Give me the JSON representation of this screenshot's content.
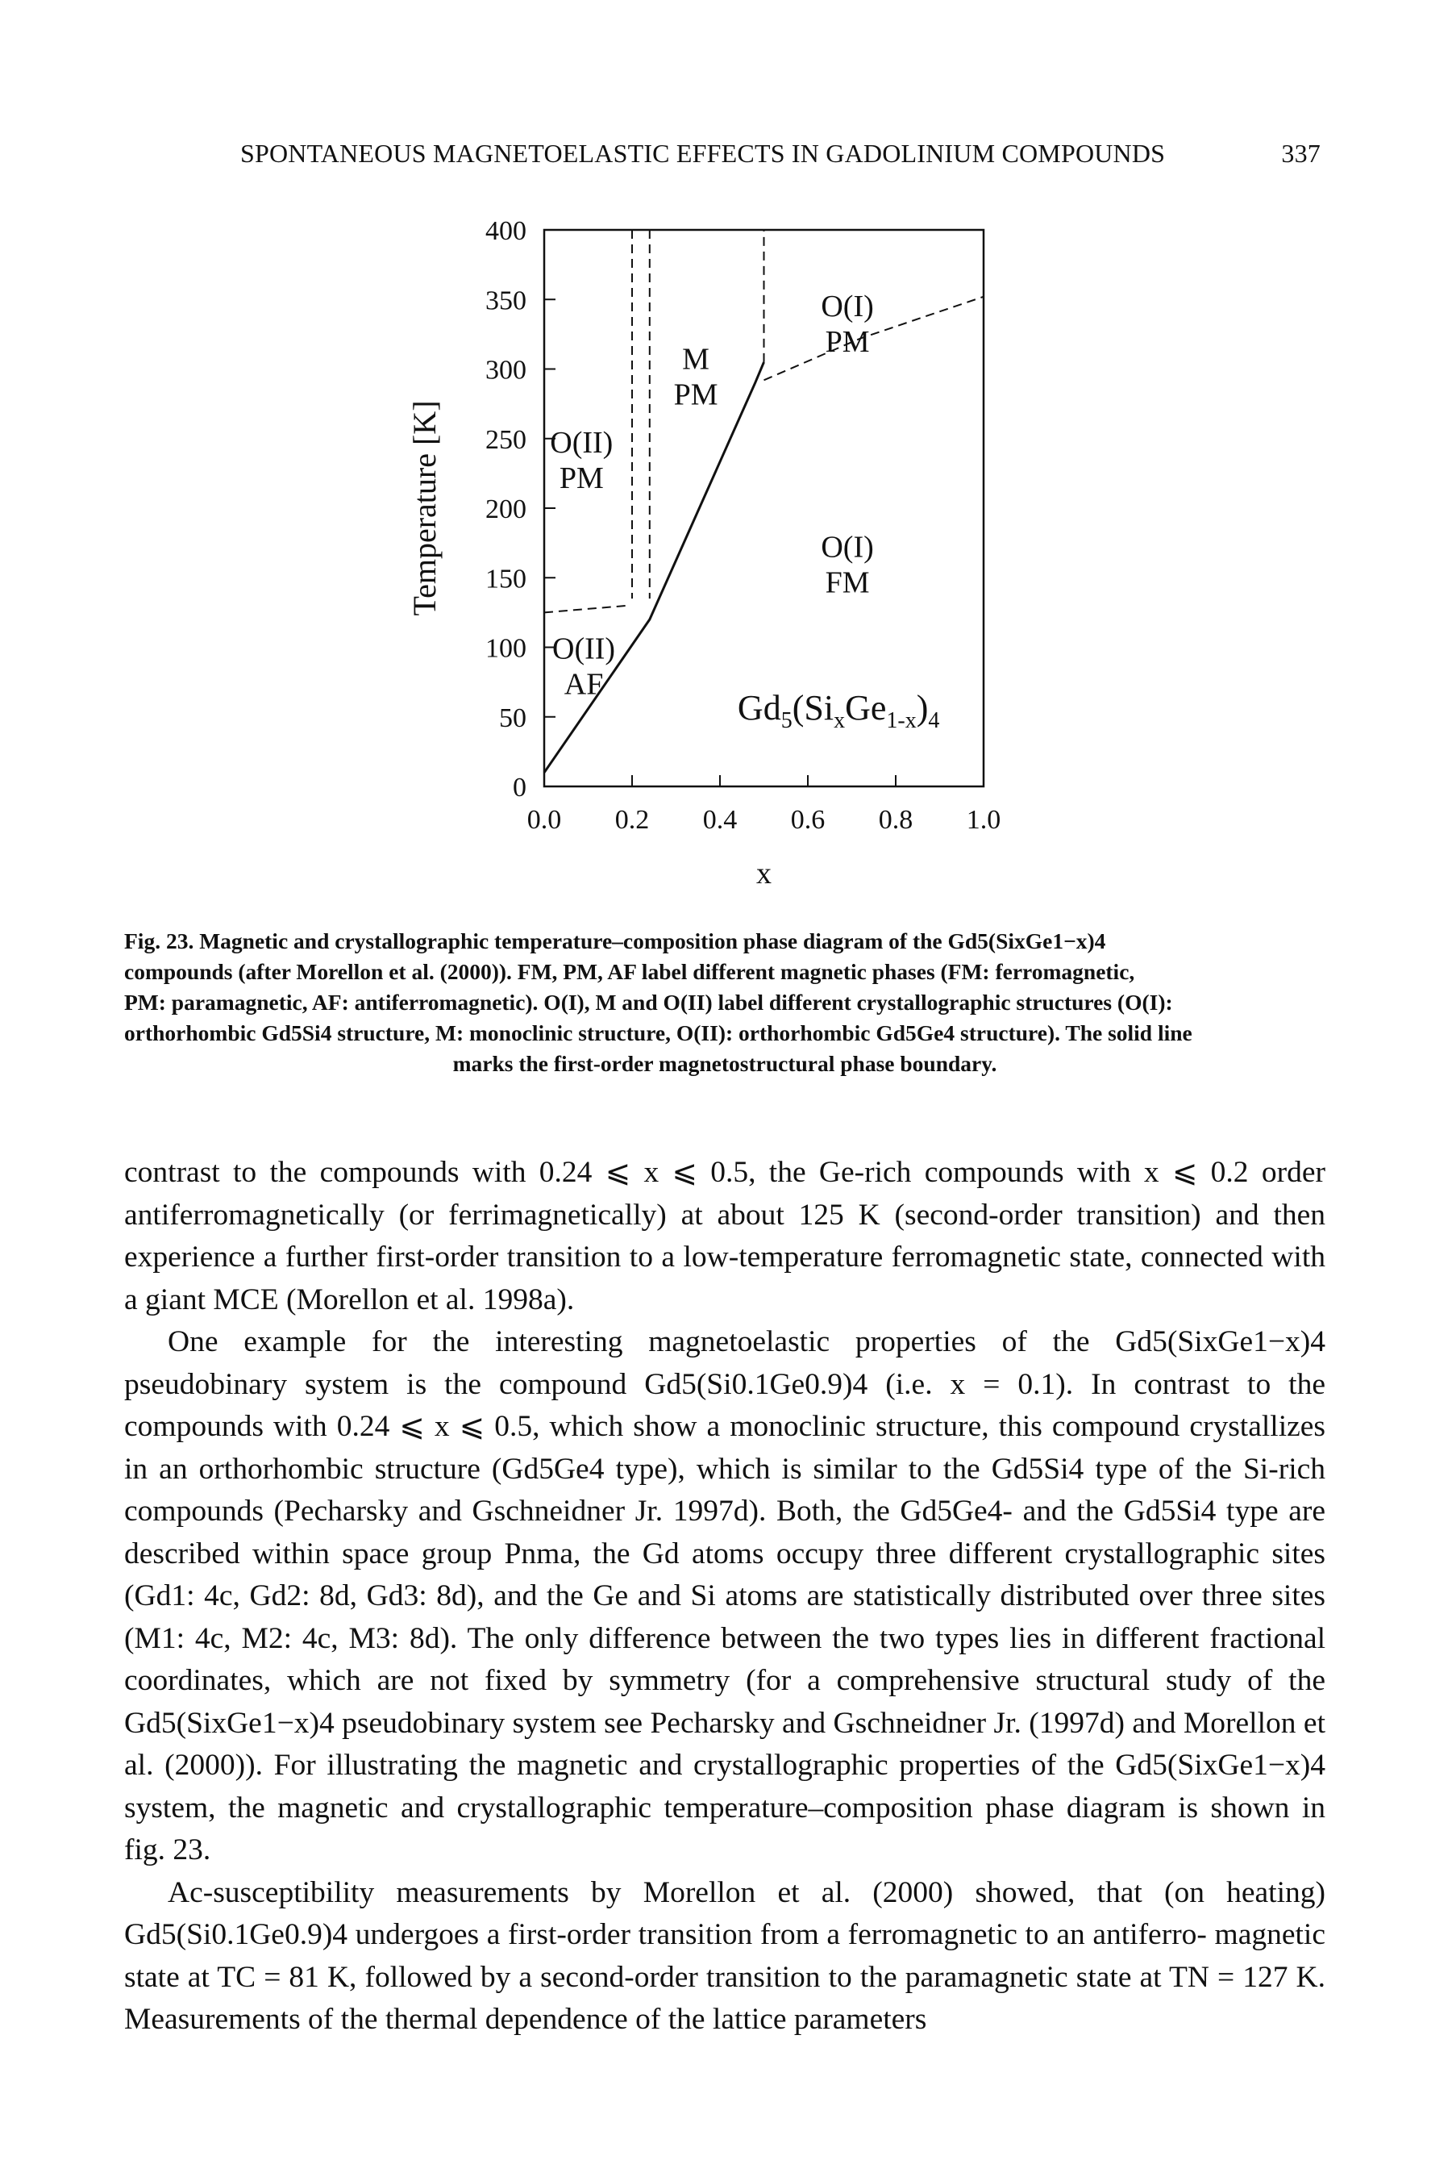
{
  "header": {
    "running_title": "SPONTANEOUS MAGNETOELASTIC EFFECTS IN GADOLINIUM COMPOUNDS",
    "page_number": "337"
  },
  "chart_data": {
    "type": "phase-diagram",
    "xlabel": "x",
    "ylabel": "Temperature [K]",
    "xlim": [
      0.0,
      1.0
    ],
    "ylim": [
      0,
      400
    ],
    "x_ticks": [
      "0.0",
      "0.2",
      "0.4",
      "0.6",
      "0.8",
      "1.0"
    ],
    "y_ticks": [
      "0",
      "50",
      "100",
      "150",
      "200",
      "250",
      "300",
      "350",
      "400"
    ],
    "compound_label": "Gd5(SixGe1-x)4",
    "regions": [
      {
        "label": "O(I)\nPM",
        "x": 0.69,
        "y": 338
      },
      {
        "label": "M\nPM",
        "x": 0.345,
        "y": 300
      },
      {
        "label": "O(II)\nPM",
        "x": 0.085,
        "y": 240
      },
      {
        "label": "O(I)\nFM",
        "x": 0.69,
        "y": 165
      },
      {
        "label": "O(II)\nAF",
        "x": 0.09,
        "y": 92
      }
    ],
    "boundaries": [
      {
        "style": "solid",
        "points": [
          [
            0.0,
            10
          ],
          [
            0.24,
            120
          ],
          [
            0.48,
            290
          ],
          [
            0.5,
            305
          ]
        ]
      },
      {
        "style": "dashed",
        "points": [
          [
            0.5,
            292
          ],
          [
            0.72,
            322
          ],
          [
            1.0,
            352
          ]
        ]
      },
      {
        "style": "dashed",
        "points": [
          [
            0.5,
            305
          ],
          [
            0.5,
            400
          ]
        ]
      },
      {
        "style": "dashed",
        "points": [
          [
            0.2,
            400
          ],
          [
            0.2,
            135
          ]
        ]
      },
      {
        "style": "dashed",
        "points": [
          [
            0.24,
            400
          ],
          [
            0.24,
            135
          ]
        ]
      },
      {
        "style": "dashed",
        "points": [
          [
            0.0,
            125
          ],
          [
            0.19,
            130
          ]
        ]
      }
    ]
  },
  "caption": {
    "lines": [
      "Fig. 23. Magnetic and crystallographic temperature–composition phase diagram of the Gd5(SixGe1−x)4",
      "compounds (after Morellon et al. (2000)). FM, PM, AF label different magnetic phases (FM: ferromagnetic,",
      "PM: paramagnetic, AF: antiferromagnetic). O(I), M and O(II) label different crystallographic structures (O(I):",
      "orthorhombic Gd5Si4 structure, M: monoclinic structure, O(II): orthorhombic Gd5Ge4 structure). The solid line",
      "marks the first-order magnetostructural phase boundary."
    ]
  },
  "body": {
    "paragraphs": [
      {
        "indent": false,
        "lines": [
          "contrast to the compounds with 0.24 ⩽ x ⩽ 0.5, the Ge-rich compounds with x ⩽ 0.2 order",
          "antiferromagnetically (or ferrimagnetically) at about 125 K (second-order transition) and",
          "then experience a further first-order transition to a low-temperature ferromagnetic state,",
          "connected with a giant MCE (Morellon et al. 1998a)."
        ]
      },
      {
        "indent": true,
        "lines": [
          "One example for the interesting magnetoelastic properties of the Gd5(SixGe1−x)4",
          "pseudobinary system is the compound Gd5(Si0.1Ge0.9)4 (i.e. x = 0.1). In contrast to the",
          "compounds with 0.24 ⩽ x ⩽ 0.5, which show a monoclinic structure, this compound",
          "crystallizes in an orthorhombic structure (Gd5Ge4 type), which is similar to the Gd5Si4",
          "type of the Si-rich compounds (Pecharsky and Gschneidner Jr. 1997d). Both, the Gd5Ge4-",
          "and the Gd5Si4 type are described within space group Pnma, the Gd atoms occupy three",
          "different crystallographic sites (Gd1: 4c, Gd2: 8d, Gd3: 8d), and the Ge and Si atoms are",
          "statistically distributed over three sites (M1: 4c, M2: 4c, M3: 8d). The only difference",
          "between the two types lies in different fractional coordinates, which are not fixed by",
          "symmetry (for a comprehensive structural study of the Gd5(SixGe1−x)4 pseudobinary",
          "system see Pecharsky and Gschneidner Jr. (1997d) and Morellon et al. (2000)). For",
          "illustrating the magnetic and crystallographic properties of the Gd5(SixGe1−x)4 system,",
          "the magnetic and crystallographic temperature–composition phase diagram is shown in",
          "fig. 23."
        ]
      },
      {
        "indent": true,
        "lines": [
          "Ac-susceptibility measurements by Morellon et al. (2000) showed, that (on heating)",
          "Gd5(Si0.1Ge0.9)4 undergoes a first-order transition from a ferromagnetic to an antiferro-",
          "magnetic state at TC = 81 K, followed by a second-order transition to the paramagnetic",
          "state at TN = 127 K. Measurements of the thermal dependence of the lattice parameters"
        ]
      }
    ]
  }
}
